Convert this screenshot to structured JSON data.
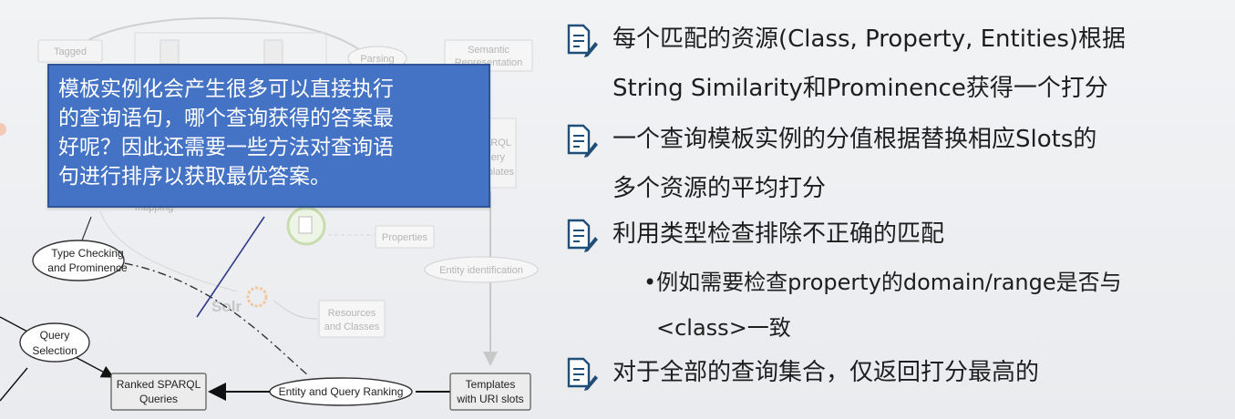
{
  "diagram": {
    "tagged": "Tagged",
    "parsing": "Parsing",
    "semantic_line1": "Semantic",
    "semantic_line2": "Representation",
    "sparql_line1": "SPARQL",
    "sparql_line2": "Query",
    "sparql_line3": "Templates",
    "properties": "Properties",
    "entity_identification": "Entity identification",
    "resources_line1": "Resources",
    "resources_line2": "and Classes",
    "solr": "Solr",
    "mapping": "mapping",
    "type_checking_line1": "Type Checking",
    "type_checking_line2": "and Prominence",
    "query_selection_line1": "Query",
    "query_selection_line2": "Selection",
    "ranked_line1": "Ranked SPARQL",
    "ranked_line2": "Queries",
    "entity_query_ranking": "Entity and Query Ranking",
    "templates_uri_line1": "Templates",
    "templates_uri_line2": "with URI slots"
  },
  "callout": {
    "lines": [
      "模板实例化会产生很多可以直接执行",
      "的查询语句，哪个查询获得的答案最",
      "好呢？因此还需要一些方法对查询语",
      "句进行排序以获取最优答案。"
    ]
  },
  "bullets": [
    {
      "line1": "每个匹配的资源(Class, Property, Entities)根据",
      "line2": "String Similarity和Prominence获得一个打分"
    },
    {
      "line1": "一个查询模板实例的分值根据替换相应Slots的",
      "line2": "多个资源的平均打分"
    },
    {
      "line1": "利用类型检查排除不正确的匹配"
    },
    {
      "line1": "对于全部的查询集合，仅返回打分最高的"
    }
  ],
  "sub_bullet": {
    "line1": "•例如需要检查property的domain/range是否与",
    "line2": "<class>一致"
  },
  "colors": {
    "callout_bg": "#4472c4",
    "icon_blue": "#1f4e79",
    "text": "#1e1e1e"
  },
  "icons": {
    "bullet": "document-pen-icon"
  }
}
